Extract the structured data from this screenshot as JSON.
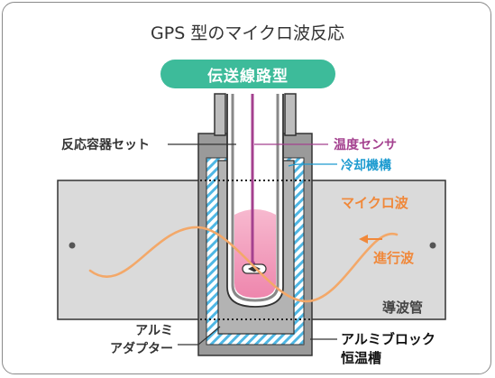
{
  "title": "GPS 型のマイクロ波反応",
  "subtitle": "伝送線路型",
  "labels": {
    "reactor_set": "反応容器セット",
    "temp_sensor": "温度センサ",
    "cooling": "冷却機構",
    "microwave": "マイクロ波",
    "traveling_wave": "進行波",
    "waveguide": "導波管",
    "alumi_adapter_line1": "アルミ",
    "alumi_adapter_line2": "アダプター",
    "thermostat_line1": "アルミブロック",
    "thermostat_line2": "恒温槽"
  },
  "colors": {
    "accent_green": "#3dbb9a",
    "sensor_purple": "#a4418f",
    "cooling_blue": "#1d9bd0",
    "microwave_orange": "#f0883a",
    "sample_pink": "#f08cb0",
    "waveguide_gray": "#dadada"
  }
}
